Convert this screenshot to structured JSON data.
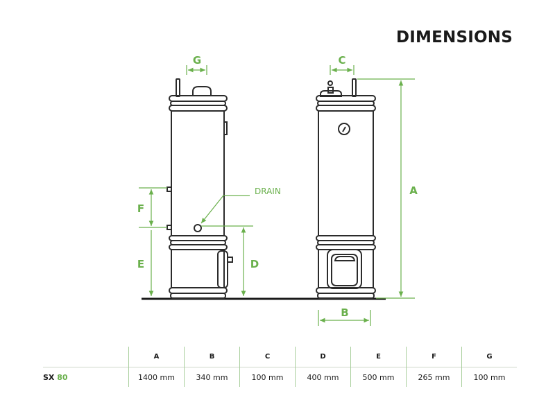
{
  "title": "DIMENSIONS",
  "colors": {
    "accent": "#6ab04c",
    "outline": "#2b2b2b"
  },
  "diagram": {
    "labels": {
      "A": "A",
      "B": "B",
      "C": "C",
      "D": "D",
      "E": "E",
      "F": "F",
      "G": "G"
    },
    "drain": "DRAIN"
  },
  "table": {
    "headers": [
      "A",
      "B",
      "C",
      "D",
      "E",
      "F",
      "G"
    ],
    "rows": [
      {
        "model_prefix": "SX",
        "model_suffix": "80",
        "values": [
          "1400 mm",
          "340 mm",
          "100 mm",
          "400 mm",
          "500 mm",
          "265 mm",
          "100 mm"
        ]
      }
    ]
  }
}
